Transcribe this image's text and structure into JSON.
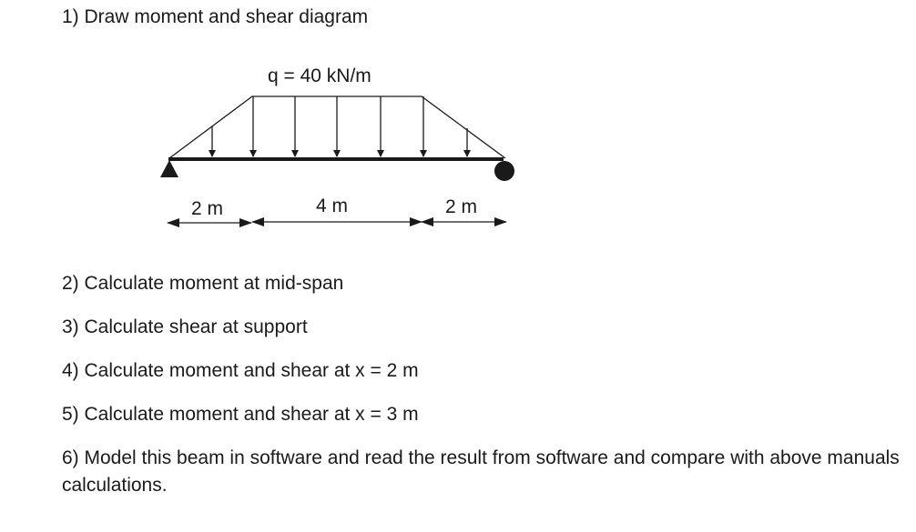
{
  "questions": [
    "1) Draw moment and shear diagram",
    "2) Calculate moment at mid-span",
    "3) Calculate shear at support",
    "4) Calculate moment and shear at x = 2 m",
    "5) Calculate moment and shear at x = 3 m",
    "6) Model this beam in software and read the result from software and compare with above manuals calculations."
  ],
  "diagram": {
    "load_label": "q = 40 kN/m",
    "dimensions": [
      {
        "label": "2 m",
        "length_m": 2
      },
      {
        "label": "4 m",
        "length_m": 4
      },
      {
        "label": "2 m",
        "length_m": 2
      }
    ],
    "left_support": "pin",
    "right_support": "roller",
    "load_shape": "trapezoidal"
  }
}
